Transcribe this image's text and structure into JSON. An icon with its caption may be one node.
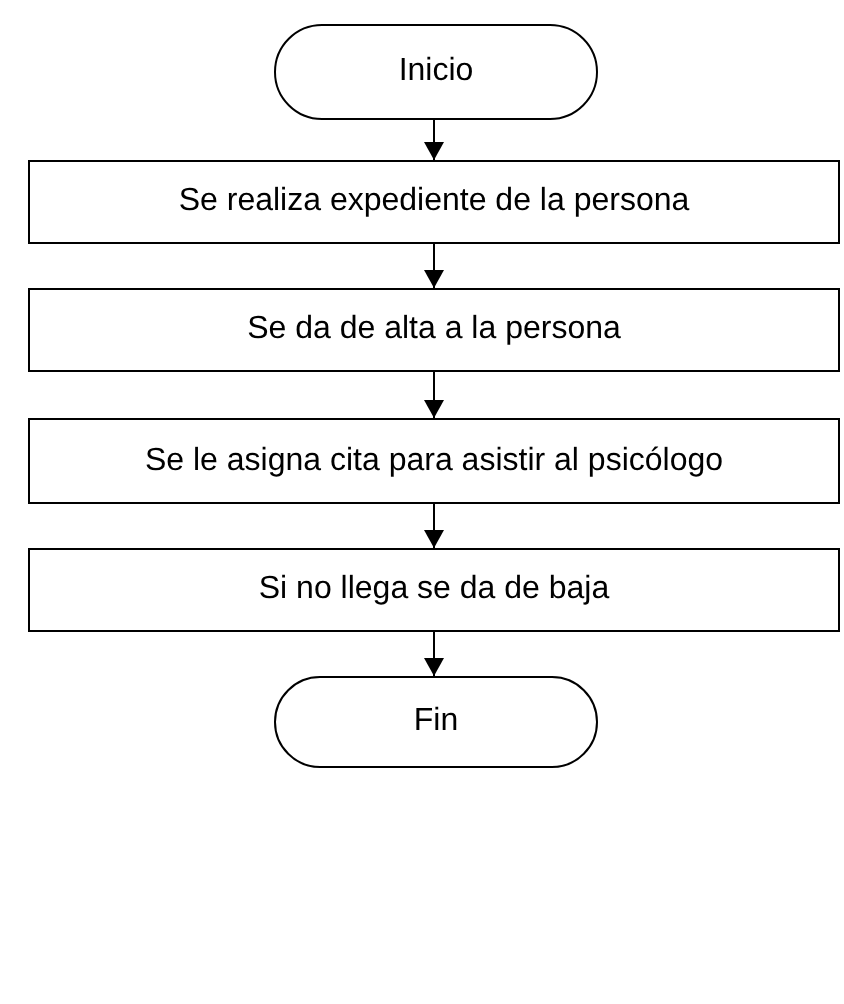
{
  "diagram": {
    "nodes": [
      {
        "text": [
          "Inicio"
        ]
      },
      {
        "text": [
          "Se realiza expediente de la persona"
        ]
      },
      {
        "text": [
          "Se da de alta a la persona"
        ]
      },
      {
        "text": [
          "Se le asigna cita para asistir al psicólogo"
        ]
      },
      {
        "text": [
          "Si no llega se da de baja"
        ]
      },
      {
        "text": [
          "Fin"
        ]
      }
    ],
    "edges": [
      {
        "from": 0,
        "to": 1,
        "arrow": "to"
      },
      {
        "from": 1,
        "to": 2,
        "arrow": "to"
      },
      {
        "from": 2,
        "to": 3,
        "arrow": "to"
      },
      {
        "from": 3,
        "to": 4,
        "arrow": "to"
      },
      {
        "from": 4,
        "to": 5,
        "arrow": "to"
      }
    ]
  }
}
